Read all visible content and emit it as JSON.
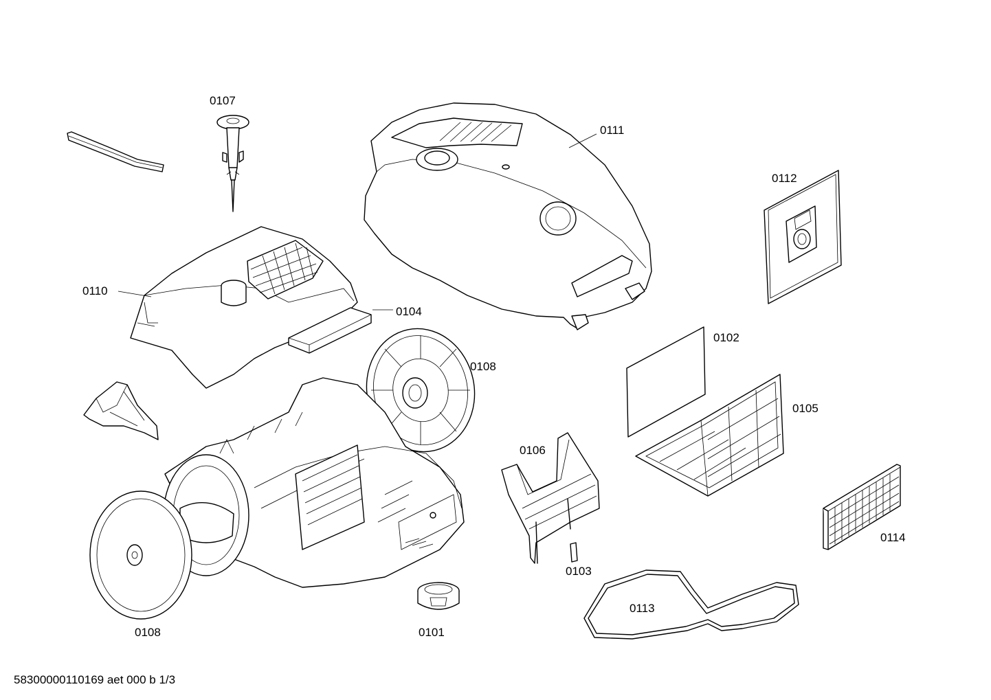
{
  "diagram": {
    "labels": {
      "p0101": "0101",
      "p0102": "0102",
      "p0103": "0103",
      "p0104": "0104",
      "p0105": "0105",
      "p0106": "0106",
      "p0107": "0107",
      "p0108a": "0108",
      "p0108b": "0108",
      "p0110": "0110",
      "p0111": "0111",
      "p0112": "0112",
      "p0113": "0113",
      "p0114": "0114"
    },
    "footer": "58300000110169 aet 000 b 1/3"
  }
}
